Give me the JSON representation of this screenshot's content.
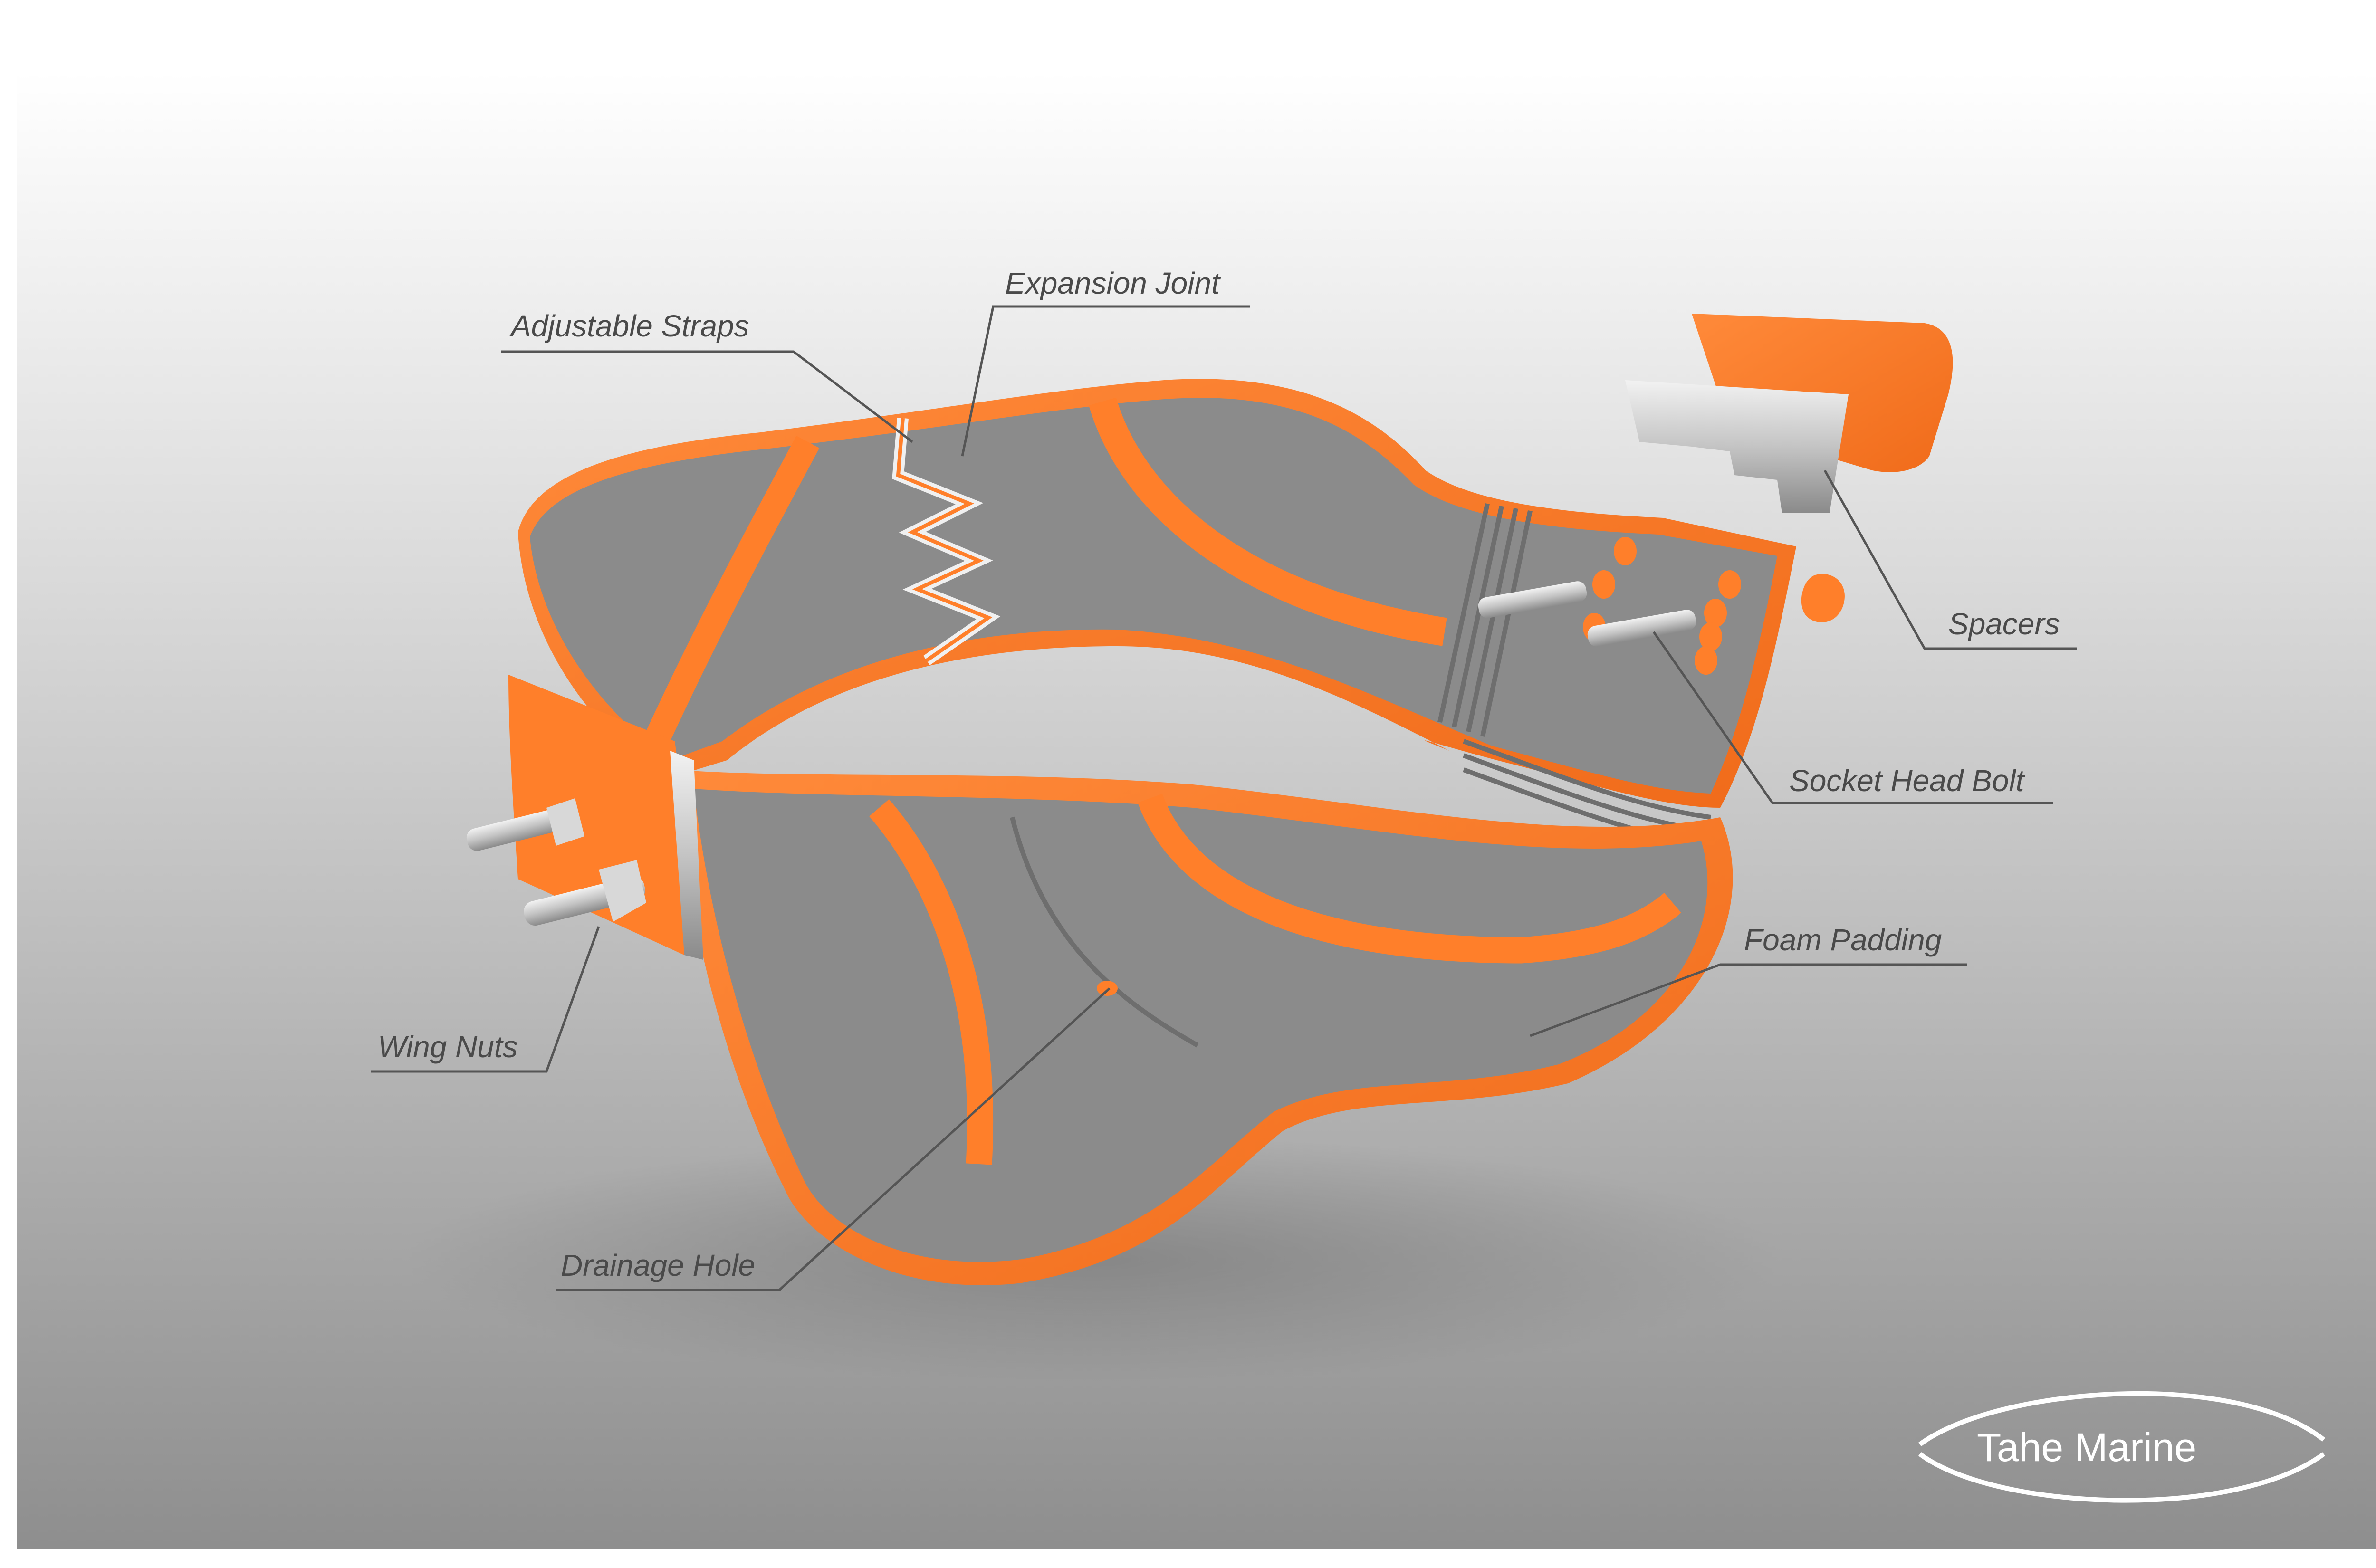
{
  "colors": {
    "shell_orange": "#ff7f2a",
    "padding_grey": "#8b8b8b",
    "metal": "#c8c8c8",
    "text": "#4a4a4a"
  },
  "labels": {
    "adjustable_straps": "Adjustable Straps",
    "expansion_joint": "Expansion Joint",
    "spacers": "Spacers",
    "socket_head_bolt": "Socket Head Bolt",
    "foam_padding": "Foam Padding",
    "wing_nuts": "Wing Nuts",
    "drainage_hole": "Drainage Hole"
  },
  "brand": {
    "logo_text": "Tahe Marine"
  }
}
